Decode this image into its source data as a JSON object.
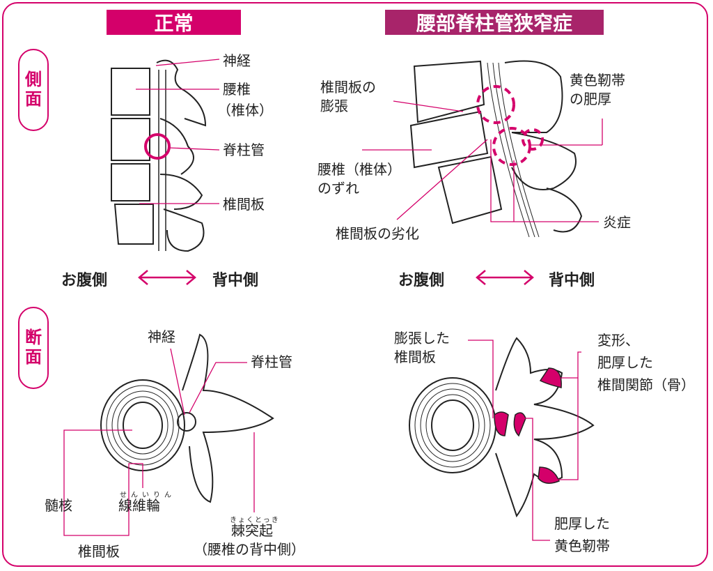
{
  "headers": {
    "normal": "正常",
    "stenosis": "腰部脊柱管狭窄症"
  },
  "sides": {
    "lateral": [
      "側",
      "面"
    ],
    "section": [
      "断",
      "面"
    ]
  },
  "directions": {
    "front": "お腹側",
    "back": "背中側"
  },
  "normal_lateral": {
    "nerve": "神経",
    "vertebra": "腰椎",
    "vertebra_body": "（椎体）",
    "canal": "脊柱管",
    "disc": "椎間板"
  },
  "stenosis_lateral": {
    "disc_bulge": [
      "椎間板の",
      "膨張"
    ],
    "ligament": [
      "黄色靭帯",
      "の肥厚"
    ],
    "slip": [
      "腰椎（椎体）",
      "のずれ"
    ],
    "degeneration": "椎間板の劣化",
    "inflammation": "炎症"
  },
  "normal_section": {
    "nerve": "神経",
    "canal": "脊柱管",
    "nucleus": "髄核",
    "annulus": "線維輪",
    "annulus_ruby": "せんいりん",
    "spinous": "棘突起",
    "spinous_ruby": "きょくとっき",
    "spinous_note": "（腰椎の背中側）",
    "disc": "椎間板"
  },
  "stenosis_section": {
    "bulged_disc": [
      "膨張した",
      "椎間板"
    ],
    "facet": [
      "変形、",
      "肥厚した",
      "椎間関節（骨）"
    ],
    "ligament": [
      "肥厚した",
      "黄色靭帯"
    ]
  },
  "colors": {
    "accent": "#d4006a",
    "header2": "#a8246a"
  }
}
